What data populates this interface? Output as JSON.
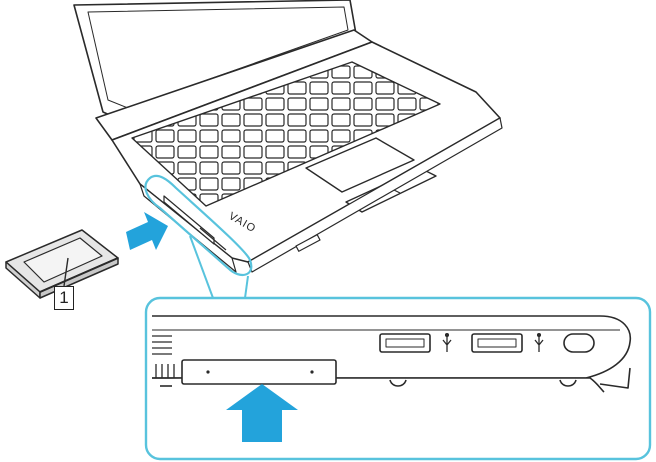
{
  "figure": {
    "callout_label": "1",
    "brand_mark": "VAIO",
    "usb_port_count": 2,
    "colors": {
      "highlight": "#58c3dd",
      "arrow": "#23a3db",
      "outline": "#2a2a2a",
      "surface": "#ffffff",
      "card_shade": "#e6e6e6"
    },
    "icons": [
      "laptop-illustration",
      "expresscard",
      "insert-arrow",
      "usb-symbol-icon",
      "insert-up-arrow"
    ]
  }
}
